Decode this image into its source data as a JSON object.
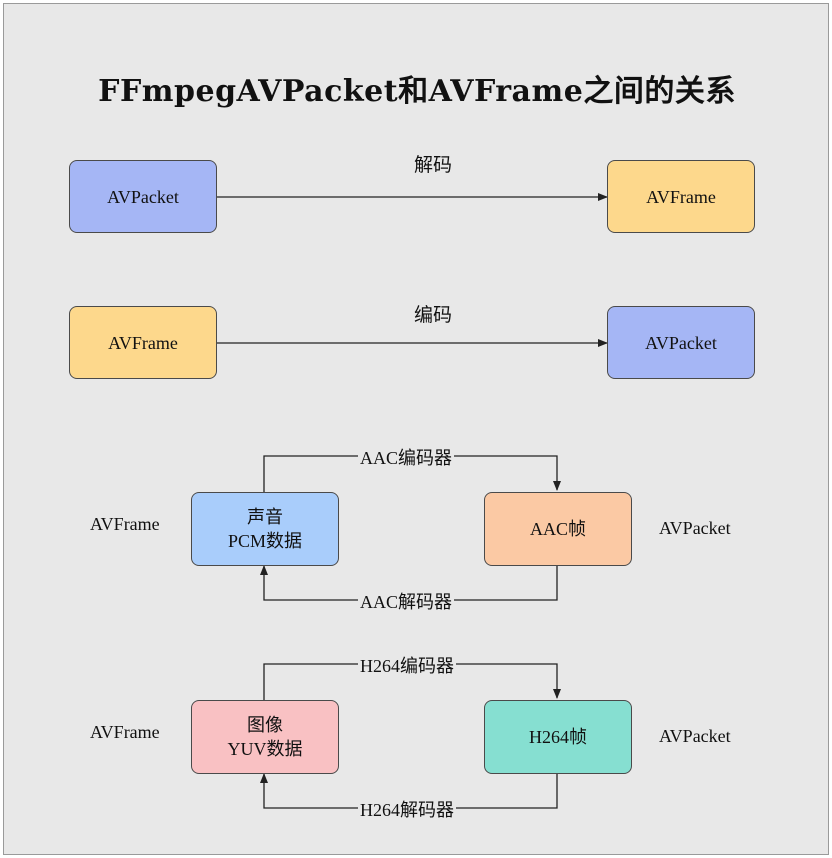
{
  "title": "FFmpegAVPacket和AVFrame之间的关系",
  "row1": {
    "left": "AVPacket",
    "right": "AVFrame",
    "arrow_label": "解码"
  },
  "row2": {
    "left": "AVFrame",
    "right": "AVPacket",
    "arrow_label": "编码"
  },
  "audio": {
    "side_left": "AVFrame",
    "side_right": "AVPacket",
    "left_box_line1": "声音",
    "left_box_line2": "PCM数据",
    "right_box": "AAC帧",
    "encoder_label": "AAC编码器",
    "decoder_label": "AAC解码器"
  },
  "video": {
    "side_left": "AVFrame",
    "side_right": "AVPacket",
    "left_box_line1": "图像",
    "left_box_line2": "YUV数据",
    "right_box": "H264帧",
    "encoder_label": "H264编码器",
    "decoder_label": "H264解码器"
  },
  "colors": {
    "blue": "#a5b6f5",
    "orange": "#fdd88c",
    "light_blue": "#a9cdfb",
    "peach": "#fbc9a4",
    "pink": "#f9c1c3",
    "teal": "#86dfd1"
  }
}
